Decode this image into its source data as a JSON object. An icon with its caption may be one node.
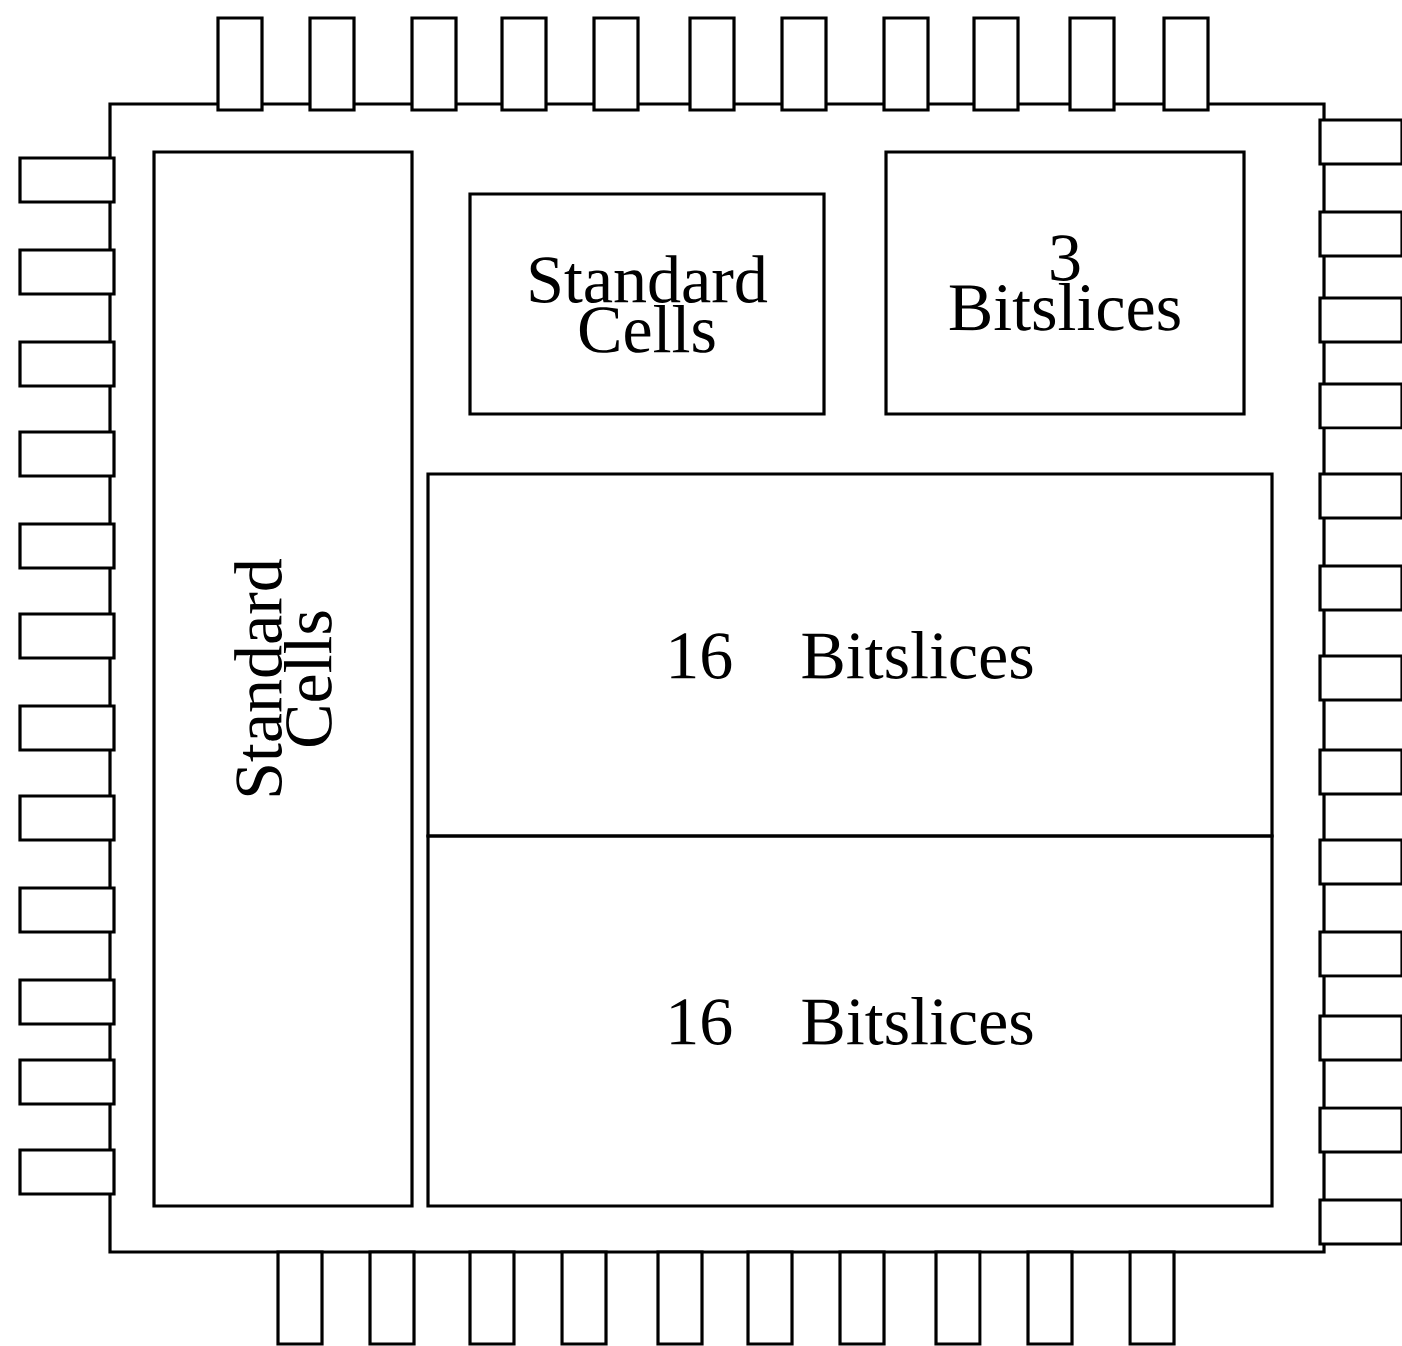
{
  "diagram": {
    "nodes": [
      {
        "text": [],
        "shape": "box"
      },
      {
        "text": [
          "Standard Cells"
        ],
        "in": 0
      },
      {
        "text": [
          "Standard Cells"
        ],
        "in": 0
      },
      {
        "text": [
          "3 Bitslices"
        ],
        "in": 0
      },
      {
        "text": [
          "16 Bitslices"
        ],
        "in": 0
      },
      {
        "text": [
          "16 Bitslices"
        ],
        "in": 0
      }
    ]
  }
}
